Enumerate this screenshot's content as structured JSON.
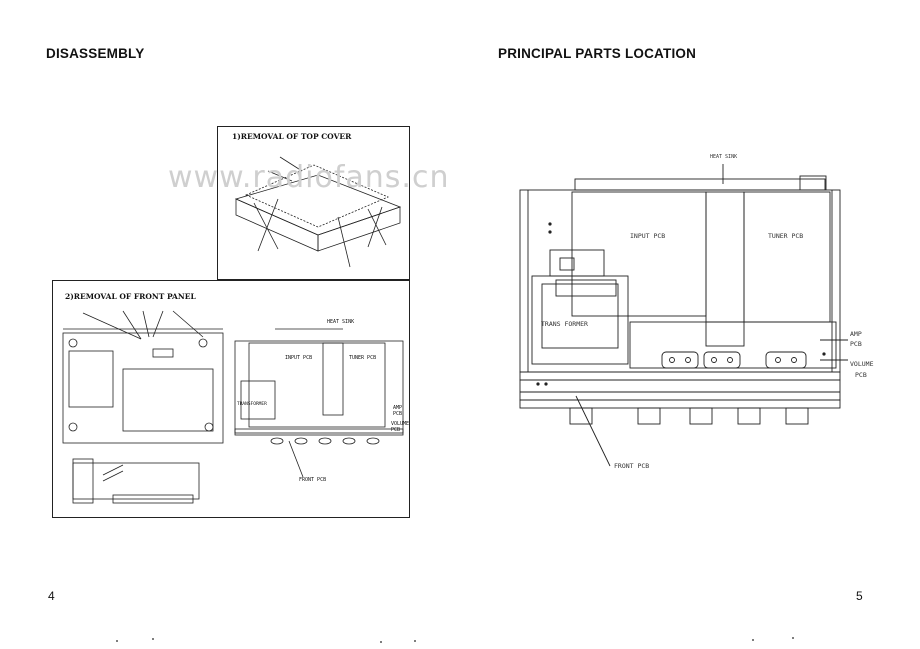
{
  "left_page": {
    "heading": "DISASSEMBLY",
    "page_number": "4",
    "top_cover": {
      "caption": "1)REMOVAL OF TOP COVER"
    },
    "front_panel": {
      "caption": "2)REMOVAL OF FRONT PANEL",
      "small_labels": {
        "heat_sink": "HEAT SINK",
        "input_pcb": "INPUT PCB",
        "tuner_pcb": "TUNER PCB",
        "transformer": "TRANSFORMER",
        "amp_pcb": "AMP PCB",
        "volume_pcb": "VOLUME PCB",
        "front_pcb": "FRONT PCB"
      }
    }
  },
  "right_page": {
    "heading": "PRINCIPAL PARTS LOCATION",
    "page_number": "5",
    "labels": {
      "heat_sink": "HEAT SINK",
      "input_pcb": "INPUT PCB",
      "tuner_pcb": "TUNER PCB",
      "transformer_line1": "TRANS FORMER",
      "amp_pcb_line1": "AMP",
      "amp_pcb_line2": "PCB",
      "volume_pcb_line1": "VOLUME",
      "volume_pcb_line2": "PCB",
      "front_pcb": "FRONT PCB"
    }
  },
  "watermark": "www.radiofans.cn"
}
